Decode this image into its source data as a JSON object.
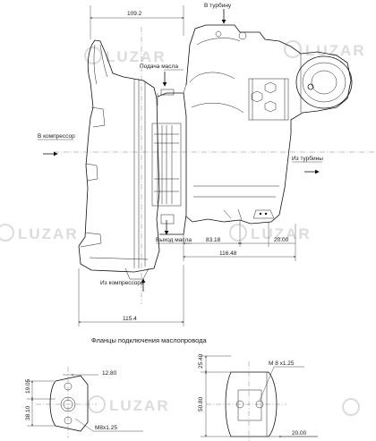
{
  "watermark": {
    "brand": "LUZAR"
  },
  "labels": {
    "to_turbine": "В турбину",
    "oil_supply": "Подача масла",
    "to_compressor": "В компрессор",
    "from_turbine": "Из турбины",
    "oil_outlet": "Выход масла",
    "from_compressor": "Из компрессора"
  },
  "dimensions": {
    "top_width": "109.2",
    "d83": "83.18",
    "d20_top": "20.00",
    "d116": "116.48",
    "d115": "115.4"
  },
  "caption": "Фланцы подключения маслопровода",
  "flange_left": {
    "d12": "12.80",
    "d19": "19.05",
    "d38": "38.10",
    "thread": "M8x1.25"
  },
  "flange_right": {
    "d25": "25.40",
    "d50": "50.80",
    "thread": "M 8 x1.25",
    "d20": "20.00"
  }
}
